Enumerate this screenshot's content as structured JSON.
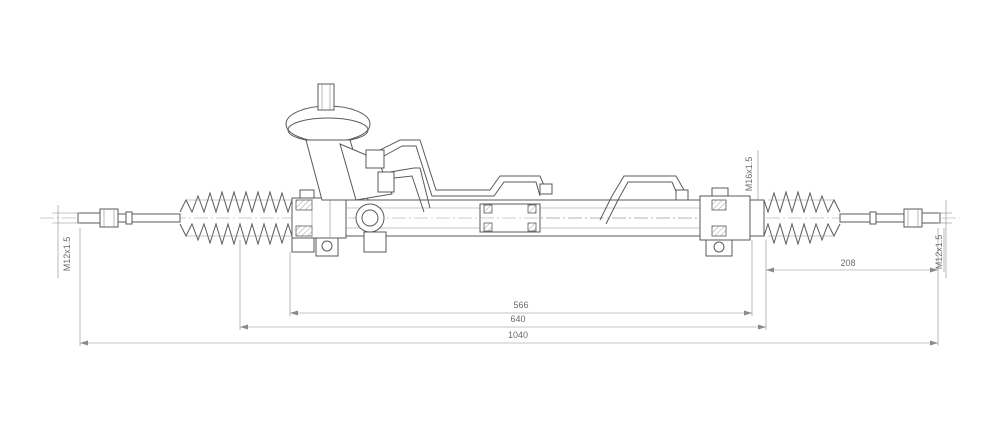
{
  "drawing": {
    "dimensions": {
      "d566": "566",
      "d640": "640",
      "d1040": "1040",
      "d208": "208"
    },
    "threads": {
      "left_tie_rod": "M12x1.5",
      "right_tie_rod": "M12x1.5",
      "port": "M16x1.5"
    }
  }
}
